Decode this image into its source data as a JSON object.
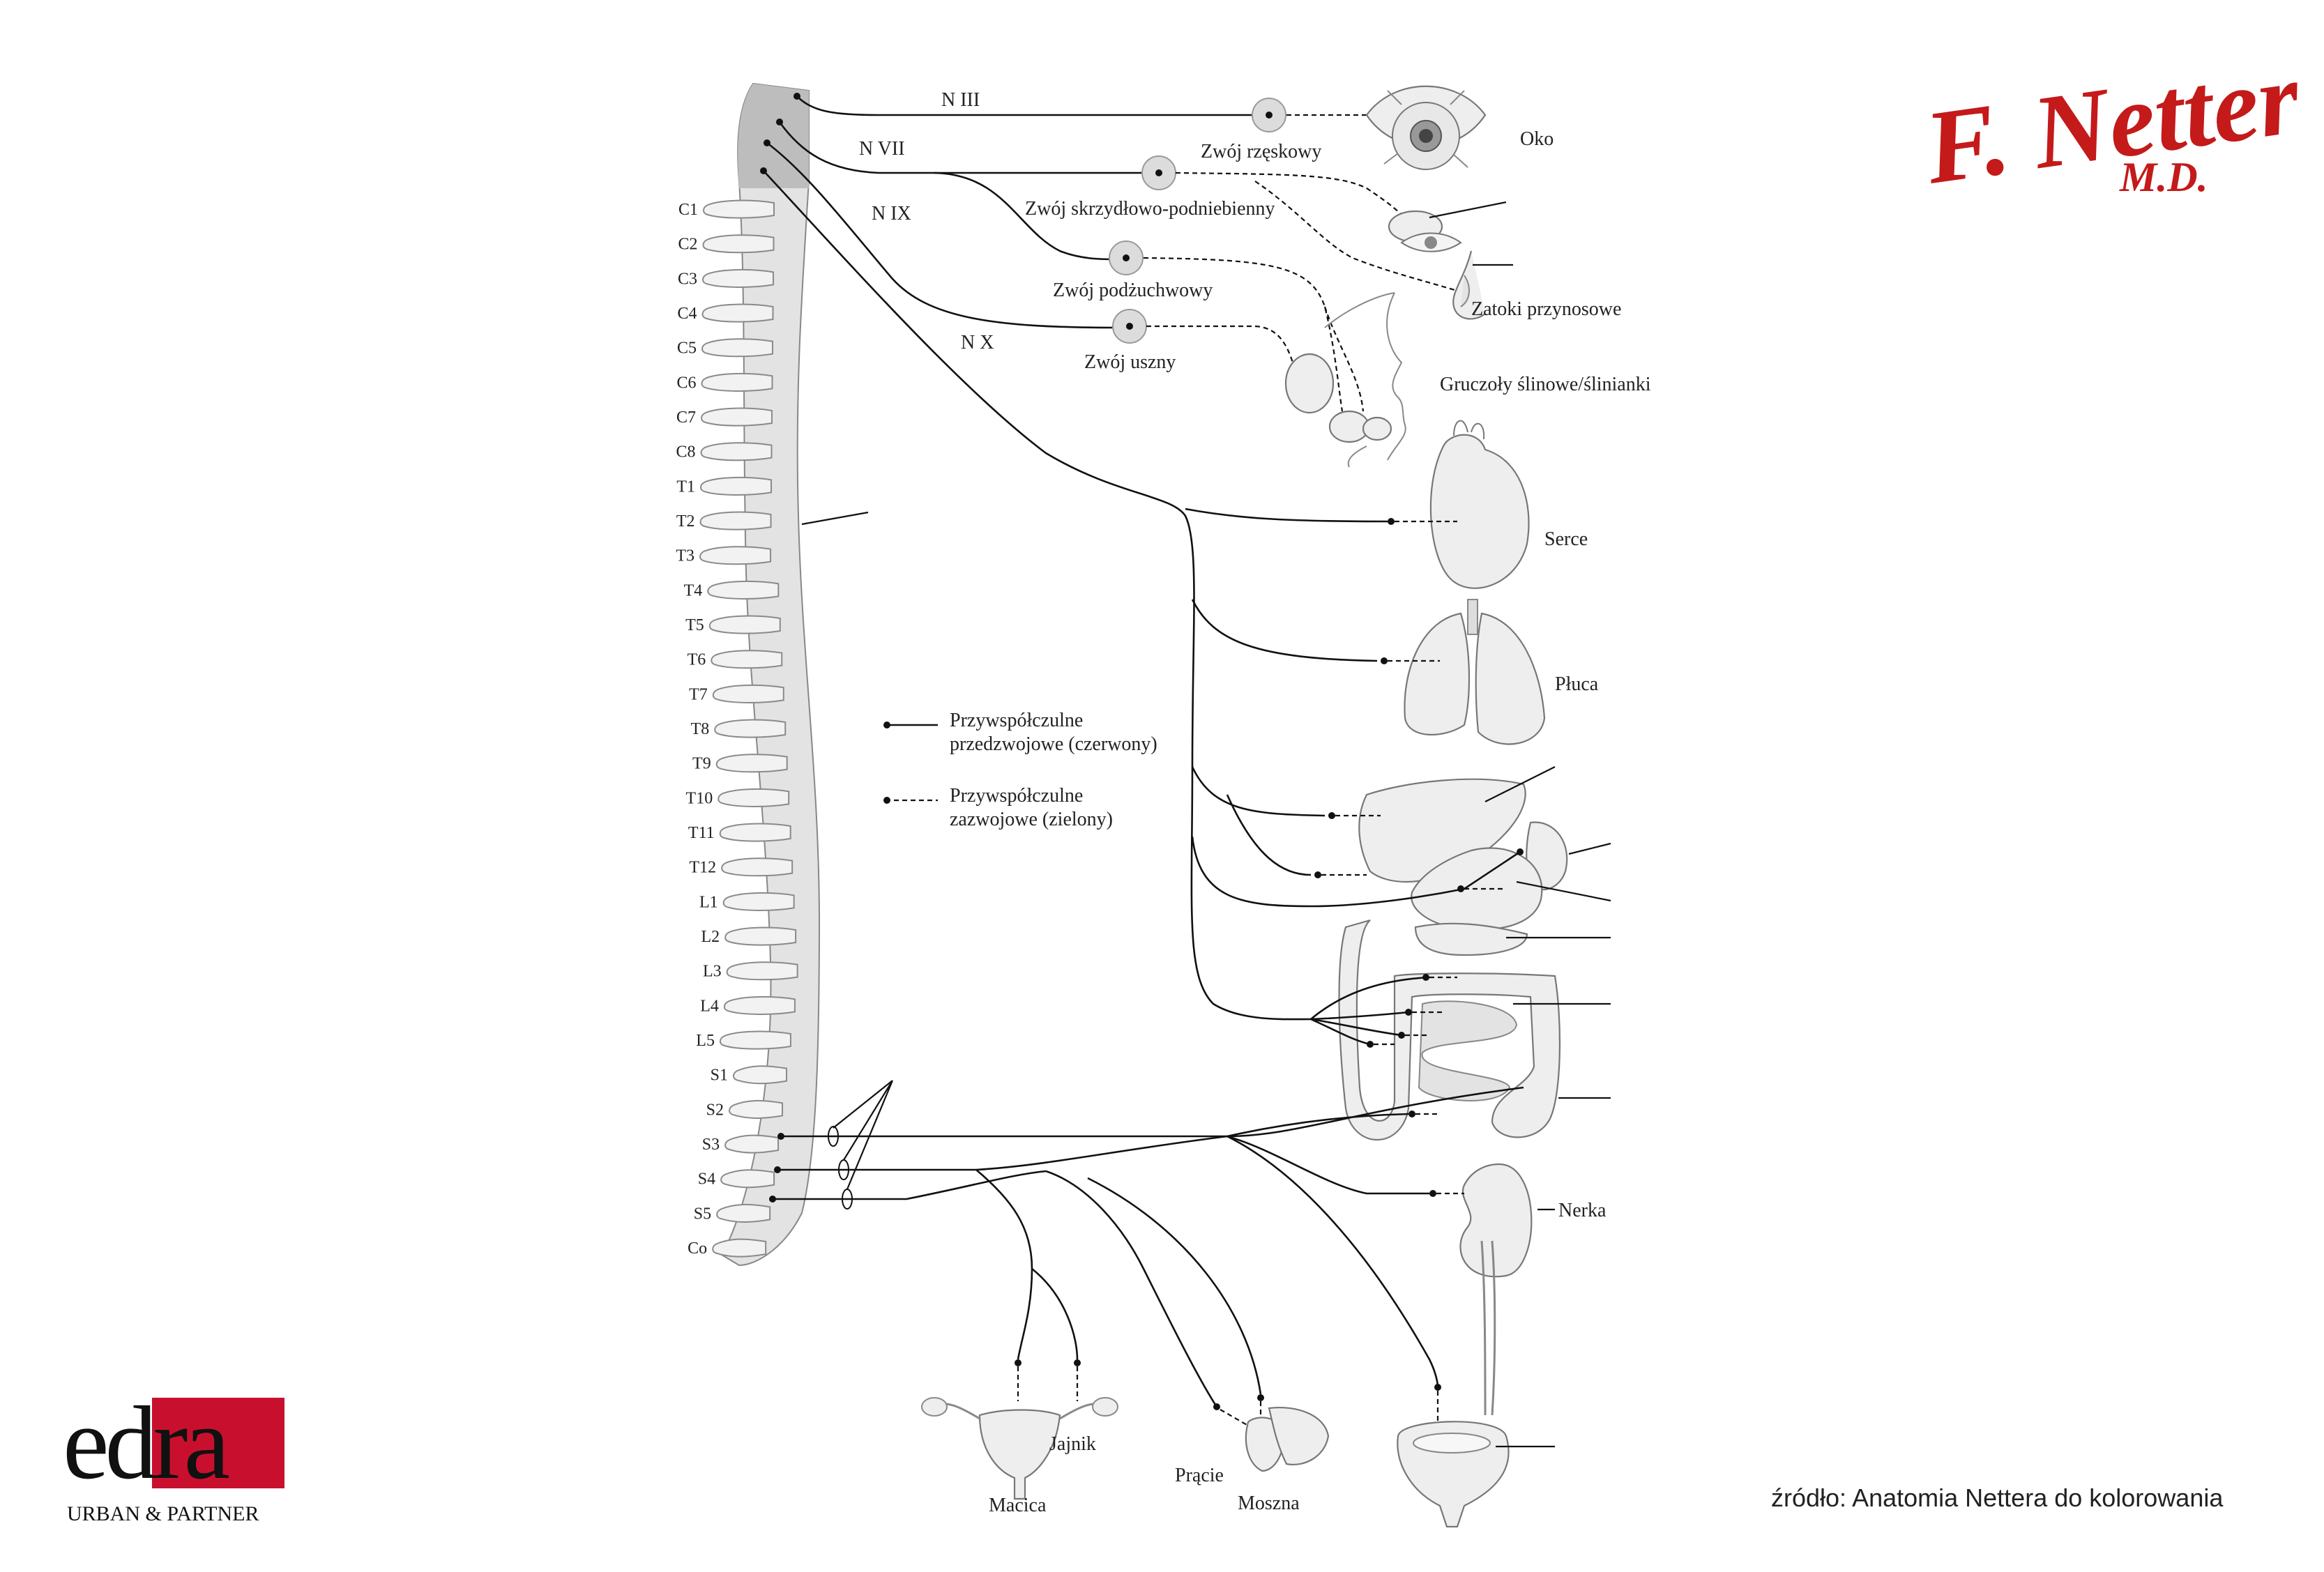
{
  "diagram": {
    "nerves": {
      "n3": "N III",
      "n7": "N VII",
      "n9": "N IX",
      "n10": "N X"
    },
    "ganglia": {
      "ciliary": "Zwój rzęskowy",
      "pterygopalatine": "Zwój skrzydłowo-podniebienny",
      "submandibular": "Zwój podżuchwowy",
      "otic": "Zwój uszny"
    },
    "organs": {
      "eye": "Oko",
      "sinuses": "Zatoki przynosowe",
      "salivary": "Gruczoły ślinowe/ślinianki",
      "heart": "Serce",
      "lungs": "Płuca",
      "kidney": "Nerka",
      "uterus": "Macica",
      "ovary": "Jajnik",
      "penis": "Prącie",
      "scrotum": "Moszna"
    },
    "legend": {
      "pre_line1": "Przywspółczulne",
      "pre_line2": "przedzwojowe (czerwony)",
      "post_line1": "Przywspółczulne",
      "post_line2": "zazwojowe (zielony)"
    },
    "segments": {
      "cervical": [
        "C1",
        "C2",
        "C3",
        "C4",
        "C5",
        "C6",
        "C7",
        "C8"
      ],
      "thoracic": [
        "T1",
        "T2",
        "T3",
        "T4",
        "T5",
        "T6",
        "T7",
        "T8",
        "T9",
        "T10",
        "T11",
        "T12"
      ],
      "lumbar": [
        "L1",
        "L2",
        "L3",
        "L4",
        "L5"
      ],
      "sacral": [
        "S1",
        "S2",
        "S3",
        "S4",
        "S5"
      ],
      "coccygeal": [
        "Co"
      ]
    }
  },
  "branding": {
    "source_note": "źródło: Anatomia Nettera do kolorowania",
    "publisher_wordmark": "edra",
    "publisher_tagline": "URBAN & PARTNER",
    "signature": "F. Netter",
    "signature_suffix": "M.D."
  },
  "colors": {
    "logo_red": "#c8102e",
    "signature_red": "#c41a1a"
  }
}
